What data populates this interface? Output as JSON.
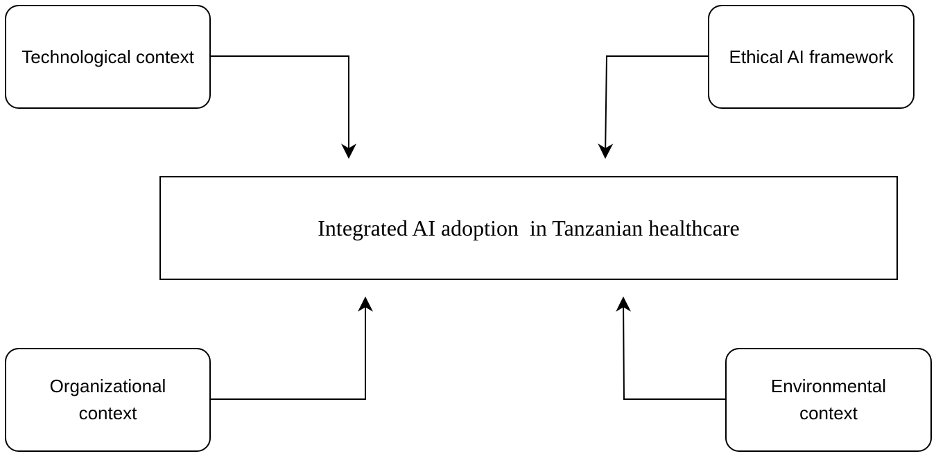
{
  "diagram": {
    "center": {
      "label": "Integrated AI adoption  in Tanzanian healthcare"
    },
    "nodes": {
      "technological": {
        "label": "Technological context"
      },
      "ethical": {
        "label": "Ethical AI framework"
      },
      "organizational": {
        "label": "Organizational\ncontext"
      },
      "environmental": {
        "label": "Environmental\ncontext"
      }
    },
    "colors": {
      "stroke": "#000000",
      "background": "#ffffff"
    }
  }
}
